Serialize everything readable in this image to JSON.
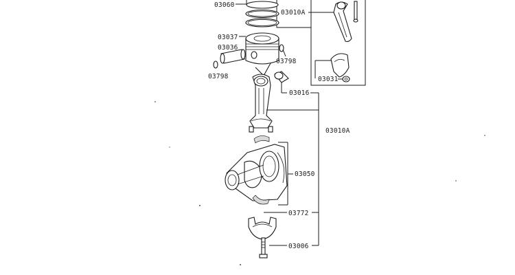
{
  "labels": {
    "rings": "03060",
    "rod_assembly_top": "03010A",
    "piston": "03037",
    "piston_pin": "03036",
    "snap_ring_right": "03798",
    "snap_ring_left": "03798",
    "bearing_top": "03031",
    "bushing": "03016",
    "rod_assembly_main": "03010A",
    "crankshaft": "03050",
    "bearing_lower": "03772",
    "rod_bolt": "03006"
  }
}
